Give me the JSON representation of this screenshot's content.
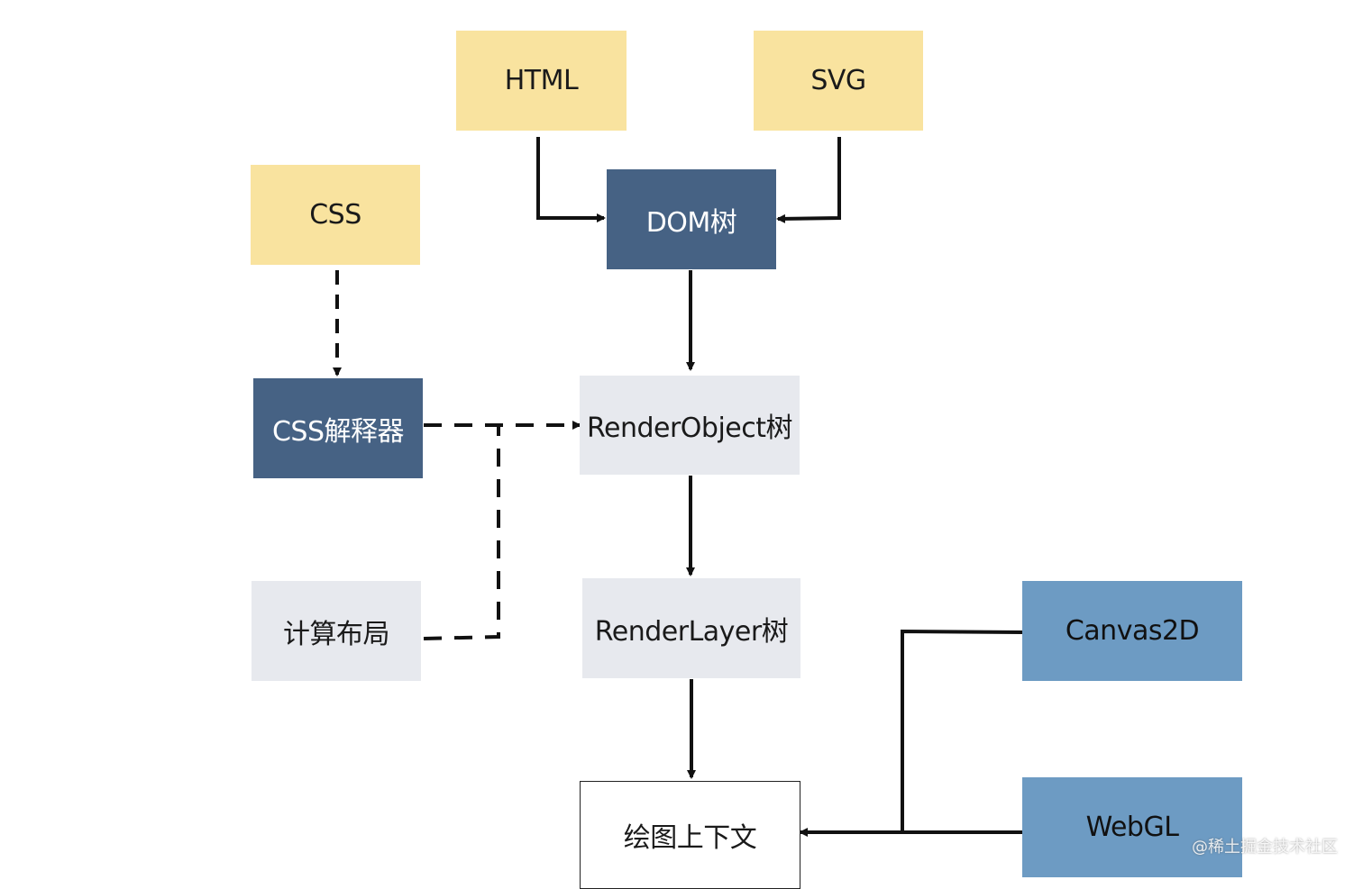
{
  "nodes": {
    "html": "HTML",
    "svg": "SVG",
    "css": "CSS",
    "dom_tree": "DOM树",
    "css_parser": "CSS解释器",
    "render_object_tree": "RenderObject树",
    "compute_layout": "计算布局",
    "render_layer_tree": "RenderLayer树",
    "drawing_context": "绘图上下文",
    "canvas2d": "Canvas2D",
    "webgl": "WebGL"
  },
  "colors": {
    "source": "#f9e39f",
    "process": "#466284",
    "tree": "#e7e9ee",
    "api": "#6d9bc3",
    "output": "#ffffff"
  },
  "watermark": "@稀土掘金技术社区"
}
